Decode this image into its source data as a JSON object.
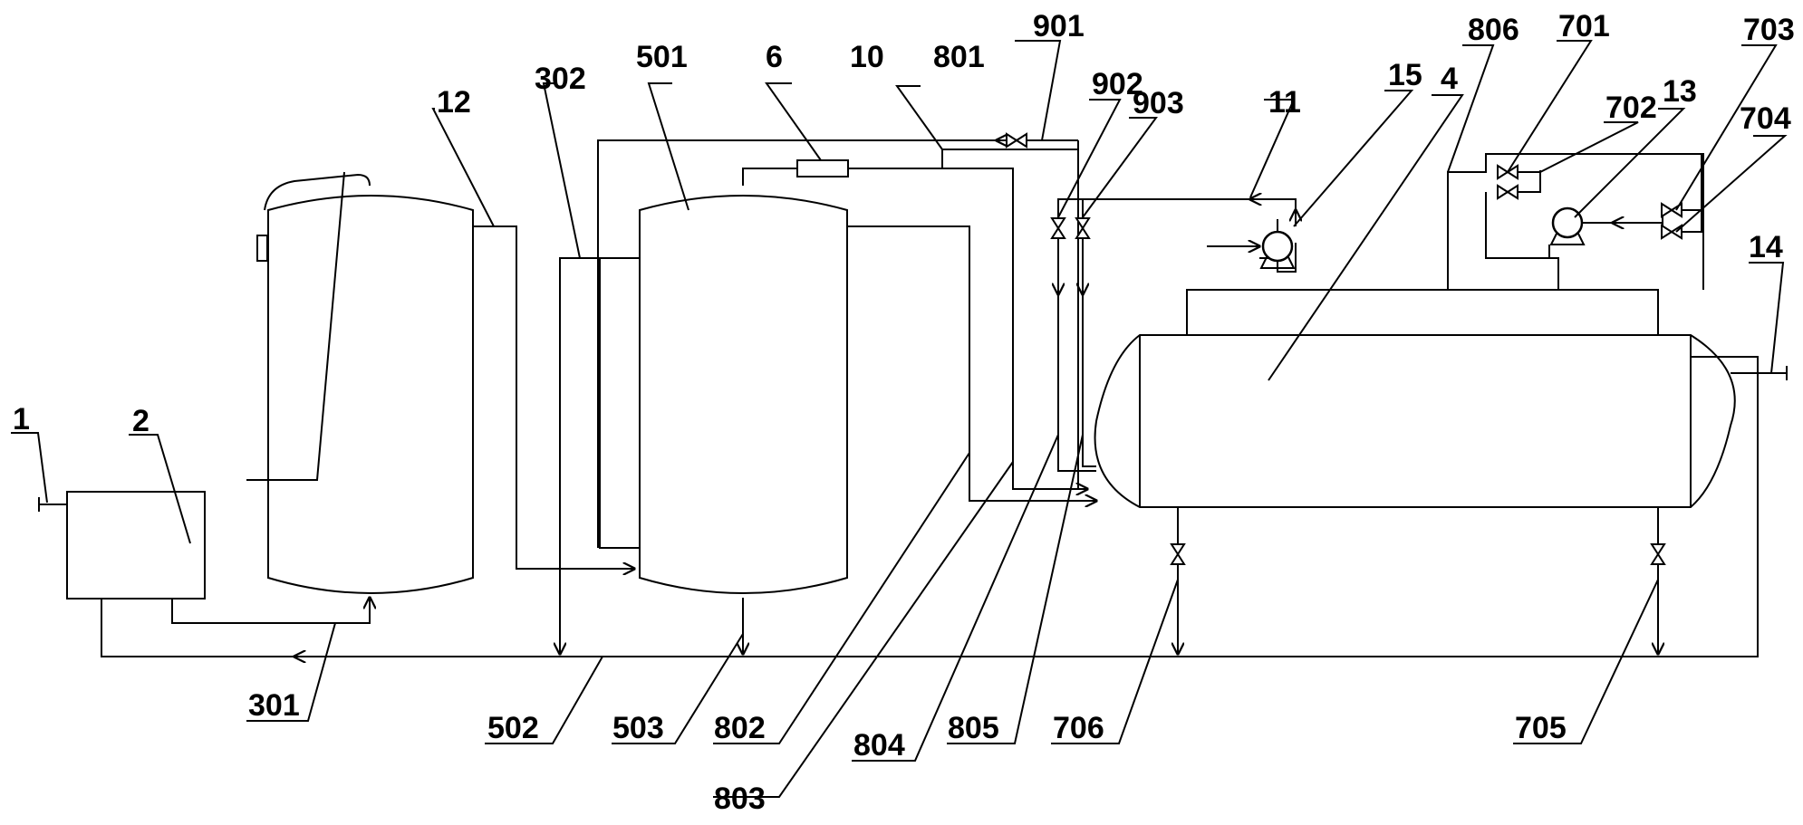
{
  "diagram": {
    "labels": {
      "l1": "1",
      "l2": "2",
      "l12": "12",
      "l302": "302",
      "l501": "501",
      "l6": "6",
      "l10": "10",
      "l801": "801",
      "l901": "901",
      "l902": "902",
      "l903": "903",
      "l11": "11",
      "l15": "15",
      "l4": "4",
      "l806": "806",
      "l701": "701",
      "l702": "702",
      "l13": "13",
      "l703": "703",
      "l704": "704",
      "l14": "14",
      "l301": "301",
      "l502": "502",
      "l503": "503",
      "l802": "802",
      "l803": "803",
      "l804": "804",
      "l805": "805",
      "l706": "706",
      "l705": "705"
    },
    "icons": {
      "valve": "bowtie-valve-icon",
      "pump": "centrifugal-pump-icon",
      "arrow": "flow-arrow-icon"
    }
  }
}
